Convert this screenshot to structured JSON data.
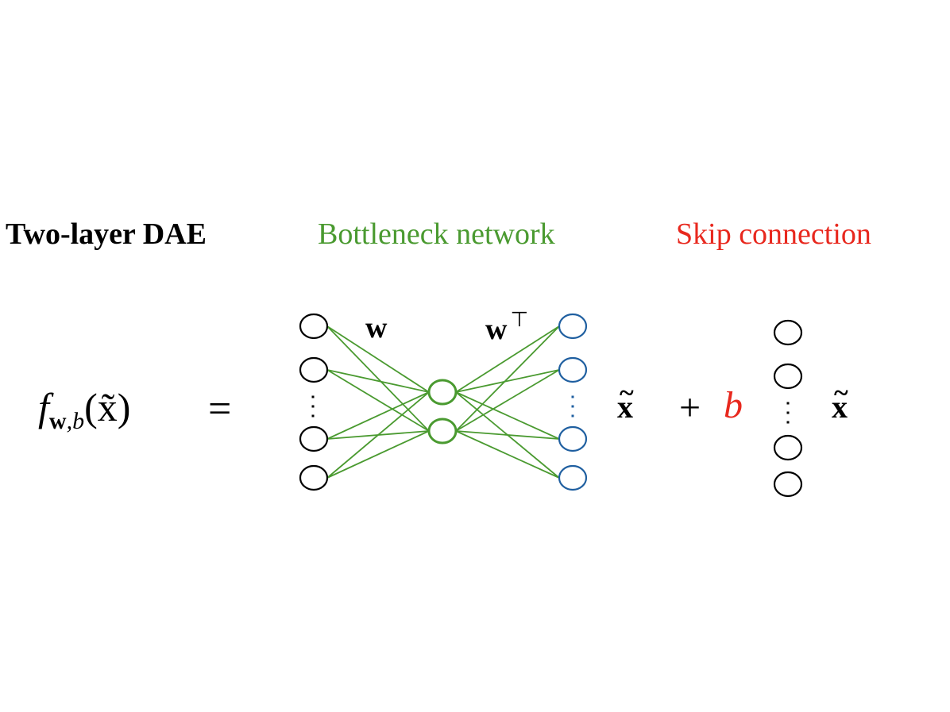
{
  "colors": {
    "green": "#4a9a30",
    "red": "#e8281e",
    "blue": "#1f5fa0",
    "black": "#000000"
  },
  "labels": {
    "title": "Two-layer DAE",
    "bottleneck": "Bottleneck network",
    "skip": "Skip connection"
  },
  "equation": {
    "function_symbol": "f",
    "subscript_w": "w",
    "subscript_sep": ",",
    "subscript_b": "b",
    "argument": "(x̃)",
    "equals": "=",
    "weight_encoder": "w",
    "weight_decoder": "w",
    "transpose_symbol": "⊤",
    "input_after_net": "x",
    "plus": "+",
    "skip_scalar": "b",
    "input_after_skip": "x",
    "tilde": "~"
  },
  "network": {
    "input_layer": {
      "visible_nodes": 4,
      "ellipsis": "⋮",
      "color": "black"
    },
    "hidden_layer": {
      "nodes": 2,
      "color": "green"
    },
    "output_layer": {
      "visible_nodes": 4,
      "ellipsis": "⋮",
      "color": "blue"
    },
    "skip_layer": {
      "visible_nodes": 4,
      "ellipsis": "⋮",
      "color": "black"
    },
    "edge_color": "green"
  }
}
